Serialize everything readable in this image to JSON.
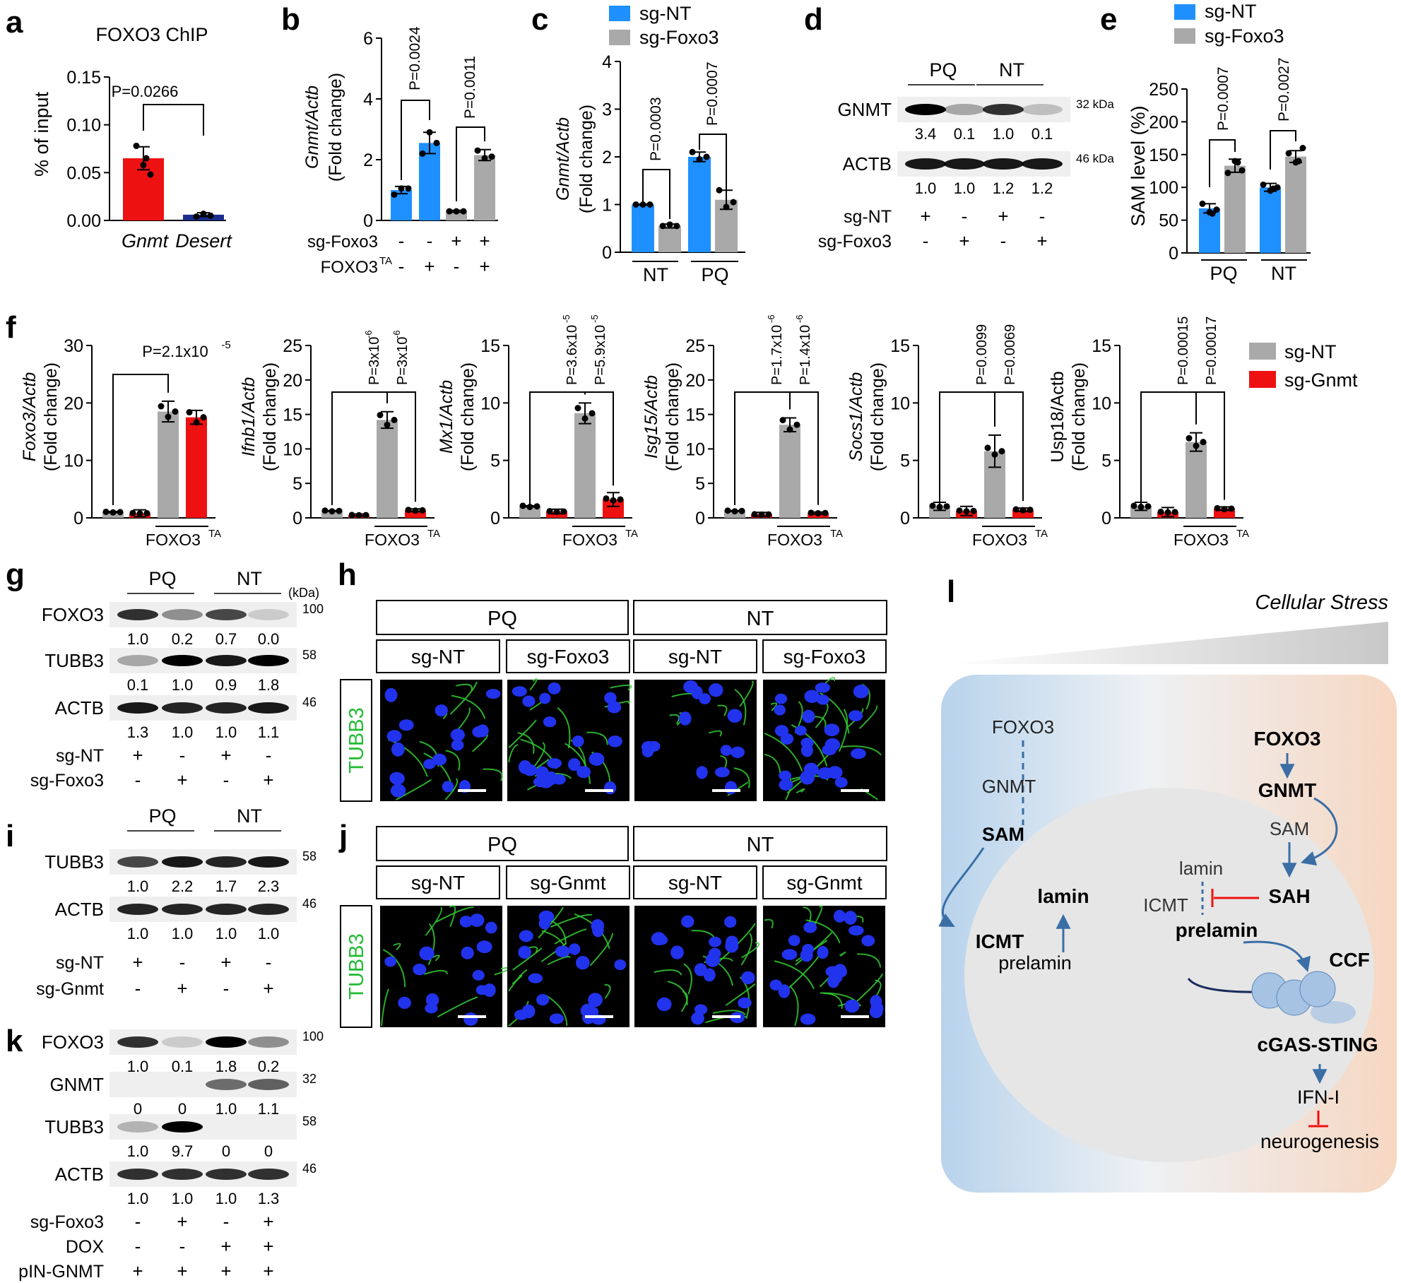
{
  "colors": {
    "blue": "#1E90FF",
    "gray": "#A9A9A9",
    "red": "#EE1111",
    "navy": "#1A2C8C",
    "steel": "#3A6EA5"
  },
  "panel_letters": [
    "a",
    "b",
    "c",
    "d",
    "e",
    "f",
    "g",
    "h",
    "i",
    "j",
    "k",
    "l"
  ],
  "panel_a": {
    "title": "FOXO3 ChIP",
    "ylabel": "% of input",
    "pvalue": "P=0.0266",
    "xticks": [
      "Gnmt",
      "Desert"
    ]
  },
  "panel_b": {
    "ylabel_gene": "Gnmt/Actb",
    "ylabel_unit": "(Fold change)",
    "pvalues": [
      "P=0.0024",
      "P=0.0011"
    ],
    "cond_rows": [
      {
        "label": "sg-Foxo3",
        "signs": [
          "-",
          "-",
          "+",
          "+"
        ]
      },
      {
        "label": "FOXO3",
        "sup": "TA",
        "signs": [
          "-",
          "+",
          "-",
          "+"
        ]
      }
    ]
  },
  "panel_c": {
    "legend": [
      "sg-NT",
      "sg-Foxo3"
    ],
    "ylabel_gene": "Gnmt/Actb",
    "ylabel_unit": "(Fold change)",
    "pvalues": [
      "P=0.0003",
      "P=0.0007"
    ],
    "groups": [
      "NT",
      "PQ"
    ]
  },
  "panel_d": {
    "groups": [
      "PQ",
      "NT"
    ],
    "rows": [
      {
        "label": "GNMT",
        "kda": "32 kDa",
        "values": [
          "3.4",
          "0.1",
          "1.0",
          "0.1"
        ]
      },
      {
        "label": "ACTB",
        "kda": "46 kDa",
        "values": [
          "1.0",
          "1.0",
          "1.2",
          "1.2"
        ]
      }
    ],
    "cond_rows": [
      {
        "label": "sg-NT",
        "signs": [
          "+",
          "-",
          "+",
          "-"
        ]
      },
      {
        "label": "sg-Foxo3",
        "signs": [
          "-",
          "+",
          "-",
          "+"
        ]
      }
    ]
  },
  "panel_e": {
    "legend": [
      "sg-NT",
      "sg-Foxo3"
    ],
    "ylabel": "SAM level (%)",
    "pvalues": [
      "P=0.0007",
      "P=0.0027"
    ],
    "groups": [
      "PQ",
      "NT"
    ]
  },
  "panel_f": {
    "legend": [
      "sg-NT",
      "sg-Gnmt"
    ],
    "group_label": "FOXO3",
    "group_sup": "TA",
    "subplots": [
      {
        "gene": "Foxo3/Actb",
        "italic": true,
        "pvals": [
          "P=2.1x10",
          "-5"
        ],
        "yticks": [
          "0",
          "10",
          "20",
          "30"
        ]
      },
      {
        "gene": "Ifnb1/Actb",
        "italic": true,
        "pvals": [
          "P=3x10",
          "-6",
          "P=3x10",
          "-6"
        ],
        "yticks": [
          "0",
          "5",
          "10",
          "15",
          "20",
          "25"
        ]
      },
      {
        "gene": "Mx1/Actb",
        "italic": true,
        "pvals": [
          "P=3.6x10",
          "-5",
          "P=5.9x10",
          "-5"
        ],
        "yticks": [
          "0",
          "5",
          "10",
          "15"
        ]
      },
      {
        "gene": "Isg15/Actb",
        "italic": true,
        "pvals": [
          "P=1.7x10",
          "-6",
          "P=1.4x10",
          "-6"
        ],
        "yticks": [
          "0",
          "5",
          "10",
          "15",
          "20",
          "25"
        ]
      },
      {
        "gene": "Socs1/Actb",
        "italic": true,
        "pvals": [
          "P=0.0099",
          "P=0.0069"
        ],
        "yticks": [
          "0",
          "5",
          "10",
          "15"
        ]
      },
      {
        "gene": "Usp18/Actb",
        "italic": false,
        "pvals": [
          "P=0.00015",
          "P=0.00017"
        ],
        "yticks": [
          "0",
          "5",
          "10",
          "15"
        ]
      }
    ],
    "ylabel_unit": "(Fold change)"
  },
  "panel_g": {
    "groups": [
      "PQ",
      "NT"
    ],
    "kda_header": "(kDa)",
    "rows": [
      {
        "label": "FOXO3",
        "kda": "100",
        "values": [
          "1.0",
          "0.2",
          "0.7",
          "0.0"
        ]
      },
      {
        "label": "TUBB3",
        "kda": "58",
        "values": [
          "0.1",
          "1.0",
          "0.9",
          "1.8"
        ]
      },
      {
        "label": "ACTB",
        "kda": "46",
        "values": [
          "1.3",
          "1.0",
          "1.0",
          "1.1"
        ]
      }
    ],
    "cond_rows": [
      {
        "label": "sg-NT",
        "signs": [
          "+",
          "-",
          "+",
          "-"
        ]
      },
      {
        "label": "sg-Foxo3",
        "signs": [
          "-",
          "+",
          "-",
          "+"
        ]
      }
    ]
  },
  "panel_h": {
    "groups": [
      "PQ",
      "NT"
    ],
    "subgroups": [
      "sg-NT",
      "sg-Foxo3",
      "sg-NT",
      "sg-Foxo3"
    ],
    "stain": "TUBB3"
  },
  "panel_i": {
    "groups": [
      "PQ",
      "NT"
    ],
    "rows": [
      {
        "label": "TUBB3",
        "kda": "58",
        "values": [
          "1.0",
          "2.2",
          "1.7",
          "2.3"
        ]
      },
      {
        "label": "ACTB",
        "kda": "46",
        "values": [
          "1.0",
          "1.0",
          "1.0",
          "1.0"
        ]
      }
    ],
    "cond_rows": [
      {
        "label": "sg-NT",
        "signs": [
          "+",
          "-",
          "+",
          "-"
        ]
      },
      {
        "label": "sg-Gnmt",
        "signs": [
          "-",
          "+",
          "-",
          "+"
        ]
      }
    ]
  },
  "panel_j": {
    "groups": [
      "PQ",
      "NT"
    ],
    "subgroups": [
      "sg-NT",
      "sg-Gnmt",
      "sg-NT",
      "sg-Gnmt"
    ],
    "stain": "TUBB3"
  },
  "panel_k": {
    "rows": [
      {
        "label": "FOXO3",
        "kda": "100",
        "values": [
          "1.0",
          "0.1",
          "1.8",
          "0.2"
        ]
      },
      {
        "label": "GNMT",
        "kda": "32",
        "values": [
          "0",
          "0",
          "1.0",
          "1.1"
        ]
      },
      {
        "label": "TUBB3",
        "kda": "58",
        "values": [
          "1.0",
          "9.7",
          "0",
          "0"
        ]
      },
      {
        "label": "ACTB",
        "kda": "46",
        "values": [
          "1.0",
          "1.0",
          "1.0",
          "1.3"
        ]
      }
    ],
    "cond_rows": [
      {
        "label": "sg-Foxo3",
        "signs": [
          "-",
          "+",
          "-",
          "+"
        ]
      },
      {
        "label": "DOX",
        "signs": [
          "-",
          "-",
          "+",
          "+"
        ]
      },
      {
        "label": "pIN-GNMT",
        "signs": [
          "+",
          "+",
          "+",
          "+"
        ]
      }
    ]
  },
  "panel_l": {
    "stress": "Cellular Stress",
    "left": {
      "foxo3": "FOXO3",
      "gnmt": "GNMT",
      "sam": "SAM",
      "lamin": "lamin",
      "icmt": "ICMT",
      "prelamin": "prelamin"
    },
    "right": {
      "foxo3": "FOXO3",
      "gnmt": "GNMT",
      "sam": "SAM",
      "sah": "SAH",
      "lamin": "lamin",
      "icmt": "ICMT",
      "prelamin": "prelamin",
      "ccf": "CCF",
      "cgas": "cGAS-STING",
      "ifn": "IFN-I",
      "neuro": "neurogenesis"
    }
  },
  "chart_data": [
    {
      "type": "bar",
      "panel": "a",
      "title": "FOXO3 ChIP",
      "ylabel": "% of input",
      "ylim": [
        0,
        0.15
      ],
      "yticks": [
        0,
        0.05,
        0.1,
        0.15
      ],
      "categories": [
        "Gnmt",
        "Desert"
      ],
      "values": [
        0.065,
        0.006
      ],
      "errors": [
        0.012,
        0.002
      ],
      "points": [
        [
          0.078,
          0.058,
          0.048,
          0.065
        ],
        [
          0.004,
          0.007,
          0.005
        ]
      ],
      "colors": [
        "#EE1111",
        "#1A2C8C"
      ],
      "annotations": [
        "P=0.0266"
      ]
    },
    {
      "type": "bar",
      "panel": "b",
      "ylabel": "Gnmt/Actb (Fold change)",
      "ylim": [
        0,
        6
      ],
      "yticks": [
        0,
        2,
        4,
        6
      ],
      "categories": [
        "1",
        "2",
        "3",
        "4"
      ],
      "values": [
        1.0,
        2.55,
        0.3,
        2.15
      ],
      "errors": [
        0.12,
        0.35,
        0.03,
        0.18
      ],
      "points": [
        [
          0.85,
          1.05,
          1.05
        ],
        [
          2.2,
          2.9,
          2.55
        ],
        [
          0.3,
          0.3,
          0.3
        ],
        [
          2.3,
          2.05,
          2.1
        ]
      ],
      "colors": [
        "#1E90FF",
        "#1E90FF",
        "#A9A9A9",
        "#A9A9A9"
      ],
      "annotations": [
        "P=0.0024",
        "P=0.0011"
      ]
    },
    {
      "type": "bar",
      "panel": "c",
      "ylabel": "Gnmt/Actb (Fold change)",
      "ylim": [
        0,
        4
      ],
      "yticks": [
        0,
        1,
        2,
        3,
        4
      ],
      "categories": [
        "NT sg-NT",
        "NT sg-Foxo3",
        "PQ sg-NT",
        "PQ sg-Foxo3"
      ],
      "values": [
        1.0,
        0.55,
        2.0,
        1.1
      ],
      "errors": [
        0.01,
        0.04,
        0.1,
        0.2
      ],
      "points": [
        [
          1,
          1,
          1
        ],
        [
          0.55,
          0.58,
          0.55
        ],
        [
          2.1,
          1.95,
          2.0
        ],
        [
          1.3,
          0.95,
          1.05
        ]
      ],
      "colors": [
        "#1E90FF",
        "#A9A9A9",
        "#1E90FF",
        "#A9A9A9"
      ],
      "annotations": [
        "P=0.0003",
        "P=0.0007"
      ]
    },
    {
      "type": "bar",
      "panel": "e",
      "ylabel": "SAM level (%)",
      "ylim": [
        0,
        250
      ],
      "yticks": [
        0,
        50,
        100,
        150,
        200,
        250
      ],
      "categories": [
        "PQ sg-NT",
        "PQ sg-Foxo3",
        "NT sg-NT",
        "NT sg-Foxo3"
      ],
      "values": [
        68,
        133,
        100,
        147
      ],
      "errors": [
        7,
        10,
        6,
        9
      ],
      "points": [
        [
          75,
          62,
          66,
          60
        ],
        [
          122,
          140,
          126,
          138
        ],
        [
          104,
          95,
          100,
          98
        ],
        [
          152,
          138,
          160,
          140
        ]
      ],
      "colors": [
        "#1E90FF",
        "#A9A9A9",
        "#1E90FF",
        "#A9A9A9"
      ],
      "annotations": [
        "P=0.0007",
        "P=0.0027"
      ]
    },
    {
      "type": "bar",
      "panel": "f1",
      "ylabel": "Foxo3/Actb (Fold change)",
      "ylim": [
        0,
        30
      ],
      "categories": [
        "1",
        "2",
        "3",
        "4"
      ],
      "values": [
        1.0,
        0.8,
        18.5,
        17.5
      ],
      "errors": [
        0.1,
        0.6,
        1.8,
        1.2
      ],
      "colors": [
        "#A9A9A9",
        "#EE1111",
        "#A9A9A9",
        "#EE1111"
      ]
    },
    {
      "type": "bar",
      "panel": "f2",
      "ylabel": "Ifnb1/Actb (Fold change)",
      "ylim": [
        0,
        25
      ],
      "categories": [
        "1",
        "2",
        "3",
        "4"
      ],
      "values": [
        1.0,
        0.4,
        14.2,
        1.1
      ],
      "errors": [
        0.05,
        0.15,
        1.2,
        0.2
      ],
      "colors": [
        "#A9A9A9",
        "#EE1111",
        "#A9A9A9",
        "#EE1111"
      ]
    },
    {
      "type": "bar",
      "panel": "f3",
      "ylabel": "Mx1/Actb (Fold change)",
      "ylim": [
        0,
        15
      ],
      "categories": [
        "1",
        "2",
        "3",
        "4"
      ],
      "values": [
        1.0,
        0.55,
        9.1,
        1.6
      ],
      "errors": [
        0.05,
        0.2,
        0.9,
        0.6
      ],
      "colors": [
        "#A9A9A9",
        "#EE1111",
        "#A9A9A9",
        "#EE1111"
      ]
    },
    {
      "type": "bar",
      "panel": "f4",
      "ylabel": "Isg15/Actb (Fold change)",
      "ylim": [
        0,
        25
      ],
      "categories": [
        "1",
        "2",
        "3",
        "4"
      ],
      "values": [
        1.0,
        0.5,
        13.5,
        0.7
      ],
      "errors": [
        0.05,
        0.3,
        1.0,
        0.15
      ],
      "colors": [
        "#A9A9A9",
        "#EE1111",
        "#A9A9A9",
        "#EE1111"
      ]
    },
    {
      "type": "bar",
      "panel": "f5",
      "ylabel": "Socs1/Actb (Fold change)",
      "ylim": [
        0,
        15
      ],
      "categories": [
        "1",
        "2",
        "3",
        "4"
      ],
      "values": [
        1.0,
        0.6,
        5.8,
        0.7
      ],
      "errors": [
        0.35,
        0.4,
        1.4,
        0.15
      ],
      "colors": [
        "#A9A9A9",
        "#EE1111",
        "#A9A9A9",
        "#EE1111"
      ]
    },
    {
      "type": "bar",
      "panel": "f6",
      "ylabel": "Usp18/Actb (Fold change)",
      "ylim": [
        0,
        15
      ],
      "categories": [
        "1",
        "2",
        "3",
        "4"
      ],
      "values": [
        1.0,
        0.5,
        6.6,
        0.8
      ],
      "errors": [
        0.35,
        0.4,
        0.8,
        0.15
      ],
      "colors": [
        "#A9A9A9",
        "#EE1111",
        "#A9A9A9",
        "#EE1111"
      ]
    }
  ]
}
